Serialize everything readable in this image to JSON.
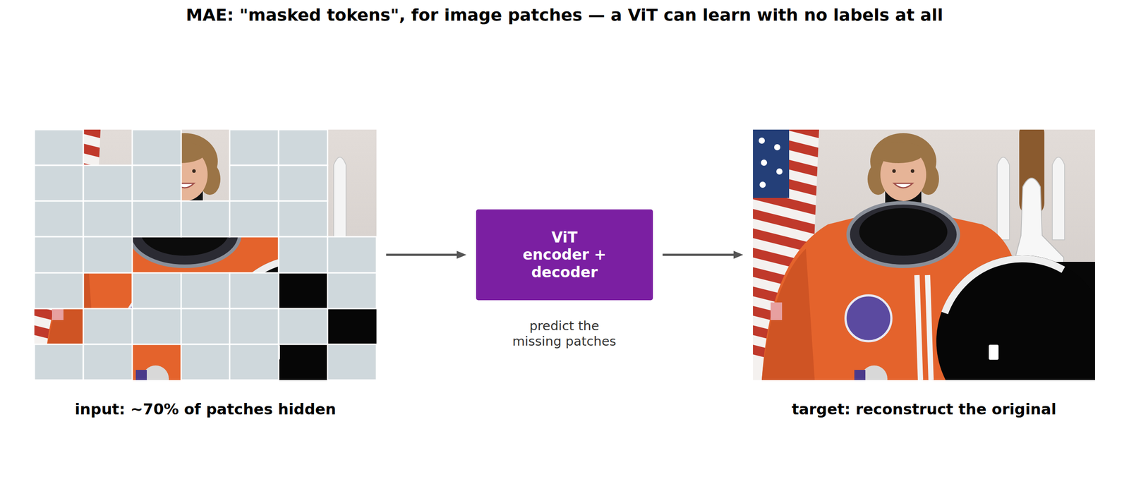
{
  "diagram": {
    "title": "MAE: \"masked tokens\", for image patches — a ViT can learn with no labels at all",
    "nodes": [
      {
        "text": [
          "input: ~70% of patches hidden"
        ]
      },
      {
        "text": [
          "ViT encoder + decoder"
        ]
      },
      {
        "text": [
          "target: reconstruct the original"
        ]
      }
    ],
    "edges": [
      {
        "from": 0,
        "to": 1,
        "arrow": "to"
      },
      {
        "from": 1,
        "to": 2,
        "arrow": "to"
      }
    ],
    "labels": [
      "predict the missing patches"
    ]
  }
}
